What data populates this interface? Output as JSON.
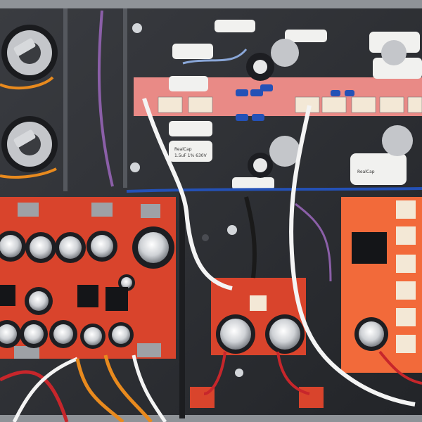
{
  "photo": {
    "subject": "vacuum-tube amplifier chassis interior",
    "colors": {
      "chassis": "#2a2c30",
      "chassis_edge": "#8f9398",
      "pcb_red": "#d9442c",
      "pcb_pink": "#e98a86",
      "pcb_orange": "#f26a3a",
      "cap_silver": "#c9ccd0",
      "cap_black": "#1d1e22",
      "cap_white": "#f1f1ef",
      "relay_cream": "#f3e8d6",
      "wire_white": "#f4f4f4",
      "wire_red": "#c7262b",
      "wire_orange": "#e88a1e",
      "wire_blue": "#2451b6",
      "wire_purple": "#8b5fa8"
    },
    "labels": {
      "film_cap_brand": "RealCap",
      "film_cap_spec": "1.5uF 1% 630V"
    }
  }
}
